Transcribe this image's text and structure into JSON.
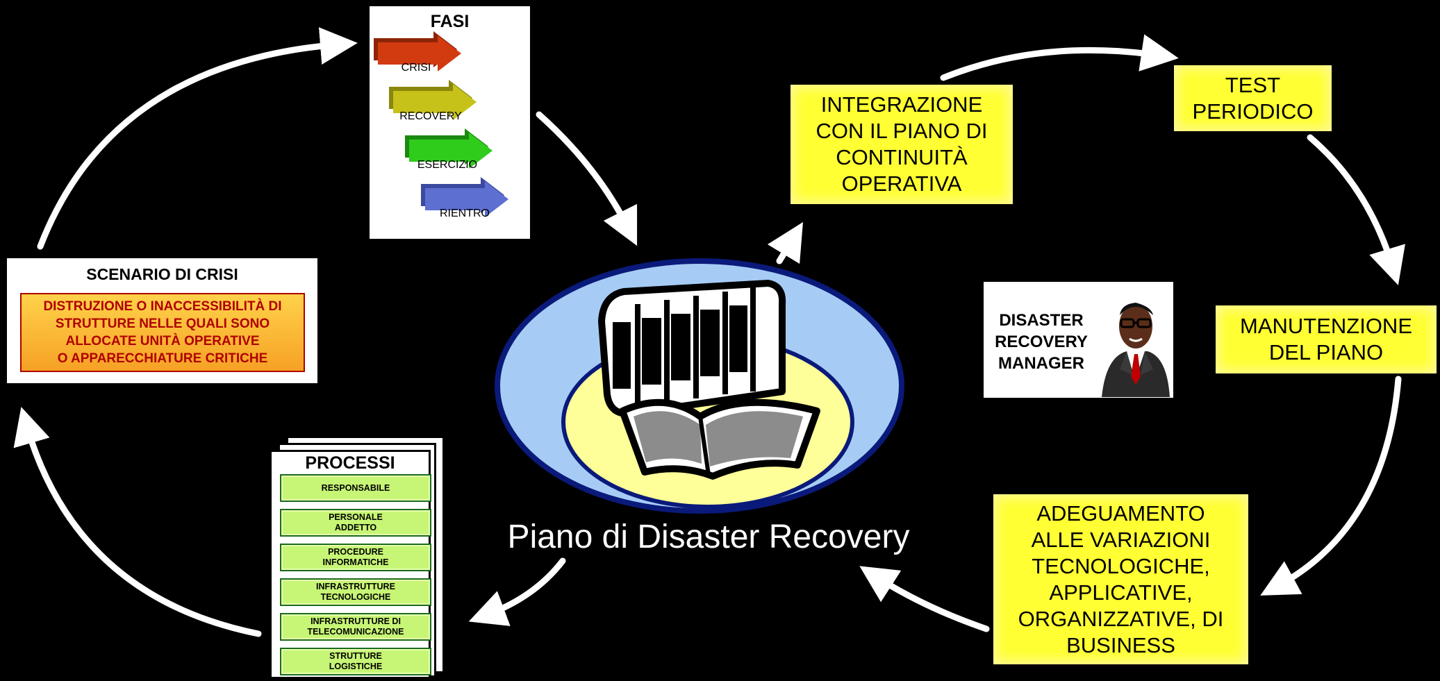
{
  "center_label": "Piano di Disaster Recovery",
  "fasi": {
    "title": "FASI",
    "phases": [
      {
        "label": "CRISI",
        "color": "#d23a10"
      },
      {
        "label": "RECOVERY",
        "color": "#c6c21a"
      },
      {
        "label": "ESERCIZIO",
        "color": "#2fcc1c"
      },
      {
        "label": "RIENTRO",
        "color": "#5d6fd0"
      }
    ]
  },
  "scenario": {
    "title": "SCENARIO DI CRISI",
    "description": "DISTRUZIONE O INACCESSIBILITÀ DI\nSTRUTTURE NELLE QUALI SONO\nALLOCATE UNITÀ OPERATIVE\nO APPARECCHIATURE CRITICHE"
  },
  "processi": {
    "title": "PROCESSI",
    "items": [
      "RESPONSABILE",
      "PERSONALE\nADDETTO",
      "PROCEDURE\nINFORMATICHE",
      "INFRASTRUTTURE\nTECNOLOGICHE",
      "INFRASTRUTTURE DI\nTELECOMUNICAZIONE",
      "STRUTTURE\nLOGISTICHE"
    ]
  },
  "integrazione": "INTEGRAZIONE\nCON IL PIANO DI\nCONTINUITÀ\nOPERATIVA",
  "test": "TEST\nPERIODICO",
  "manutenzione": "MANUTENZIONE\nDEL PIANO",
  "adeguamento": "ADEGUAMENTO\nALLE VARIAZIONI\nTECNOLOGICHE,\nAPPLICATIVE,\nORGANIZZATIVE, DI\nBUSINESS",
  "manager": "DISASTER\nRECOVERY\nMANAGER",
  "colors": {
    "background": "#000000",
    "yellow_box": "#ffff33",
    "ellipse_fill": "#a6ccf5",
    "ellipse_stroke": "#0a1a7a",
    "scenario_text": "#b00000",
    "scenario_fill": "#f9b233"
  }
}
